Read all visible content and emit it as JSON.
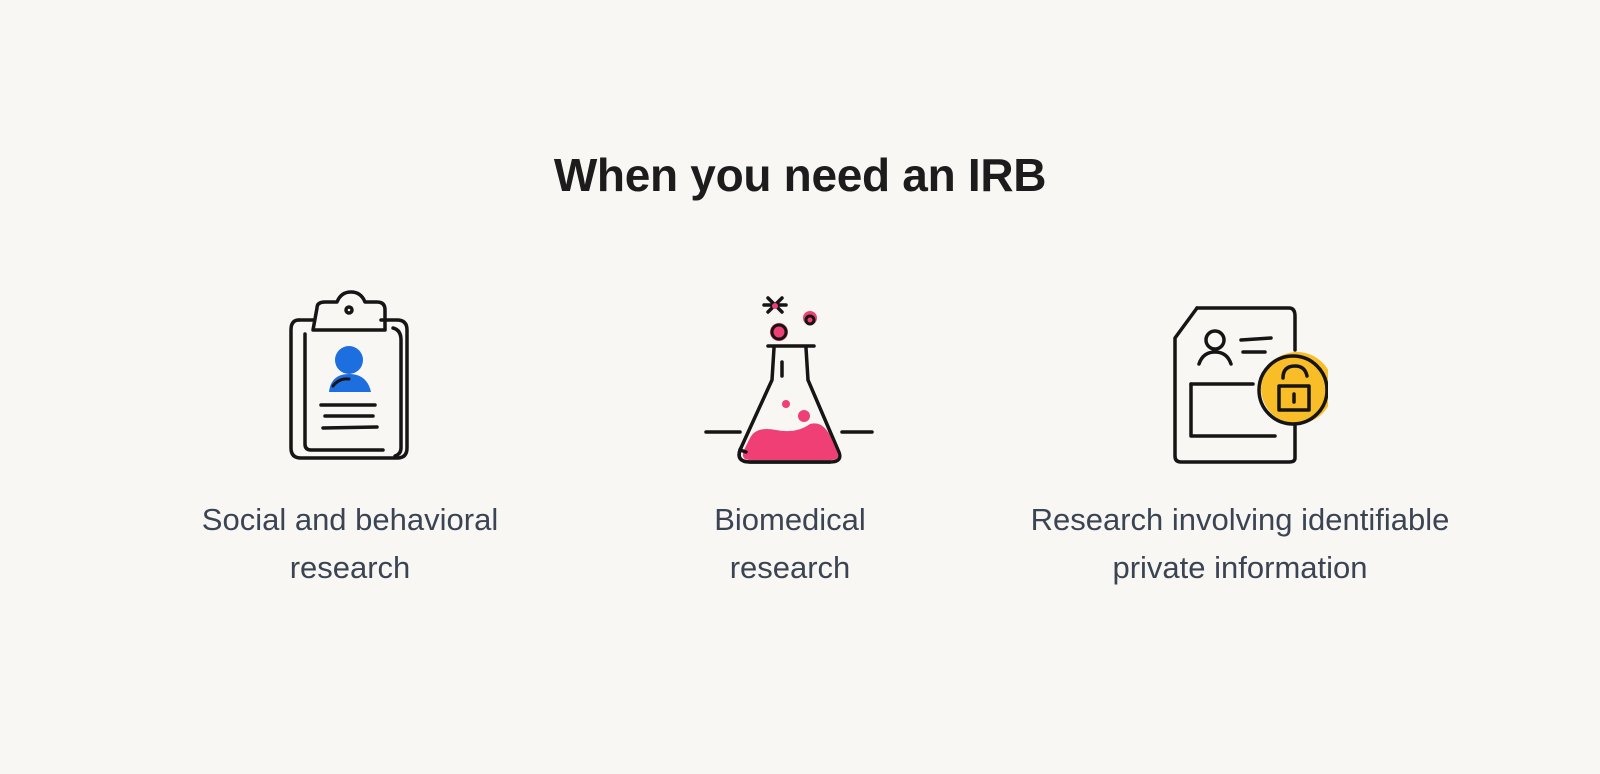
{
  "heading": "When you need an IRB",
  "items": [
    {
      "icon": "clipboard-person-icon",
      "label_line1": "Social and behavioral",
      "label_line2": "research",
      "accent": "#1d6fe0"
    },
    {
      "icon": "flask-icon",
      "label_line1": "Biomedical",
      "label_line2": "research",
      "accent": "#ef3f74"
    },
    {
      "icon": "document-lock-icon",
      "label_line1": "Research involving identifiable",
      "label_line2": "private information",
      "accent": "#f9bd28"
    }
  ]
}
